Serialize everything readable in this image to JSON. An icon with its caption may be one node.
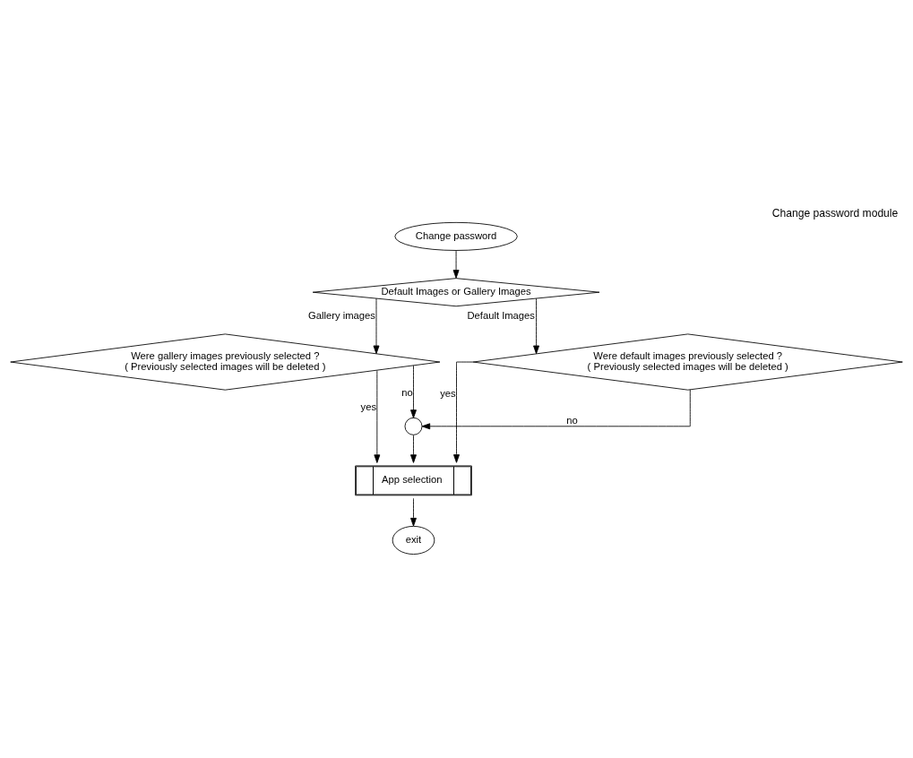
{
  "diagram": {
    "title": "Change password module",
    "nodes": [
      {
        "text": [
          "Change password"
        ]
      },
      {
        "text": [
          "Default Images or Gallery Images"
        ]
      },
      {
        "text": [
          "Were gallery images previously selected ?",
          "( Previously selected images will be deleted )"
        ]
      },
      {
        "text": [
          "Were default images previously selected ?",
          "( Previously selected images will be deleted )"
        ]
      },
      {
        "text": [],
        "shape": "circle"
      },
      {
        "text": [
          "App selection"
        ]
      },
      {
        "text": [
          "exit"
        ]
      }
    ],
    "edges": [
      {
        "from": 0,
        "to": 1,
        "arrow": "to"
      },
      {
        "from": 1,
        "to": 2,
        "arrow": "to",
        "label": "Gallery images"
      },
      {
        "from": 1,
        "to": 3,
        "arrow": "to",
        "label": "Default Images"
      },
      {
        "from": 2,
        "to": 4,
        "arrow": "to",
        "label": "no"
      },
      {
        "from": 3,
        "to": 4,
        "arrow": "to",
        "label": "no"
      },
      {
        "from": 4,
        "to": 5,
        "arrow": "to"
      },
      {
        "from": 2,
        "to": 5,
        "arrow": "to",
        "label": "yes"
      },
      {
        "from": 3,
        "to": 5,
        "arrow": "to",
        "label": "yes"
      },
      {
        "from": 5,
        "to": 6,
        "arrow": "to"
      }
    ]
  }
}
